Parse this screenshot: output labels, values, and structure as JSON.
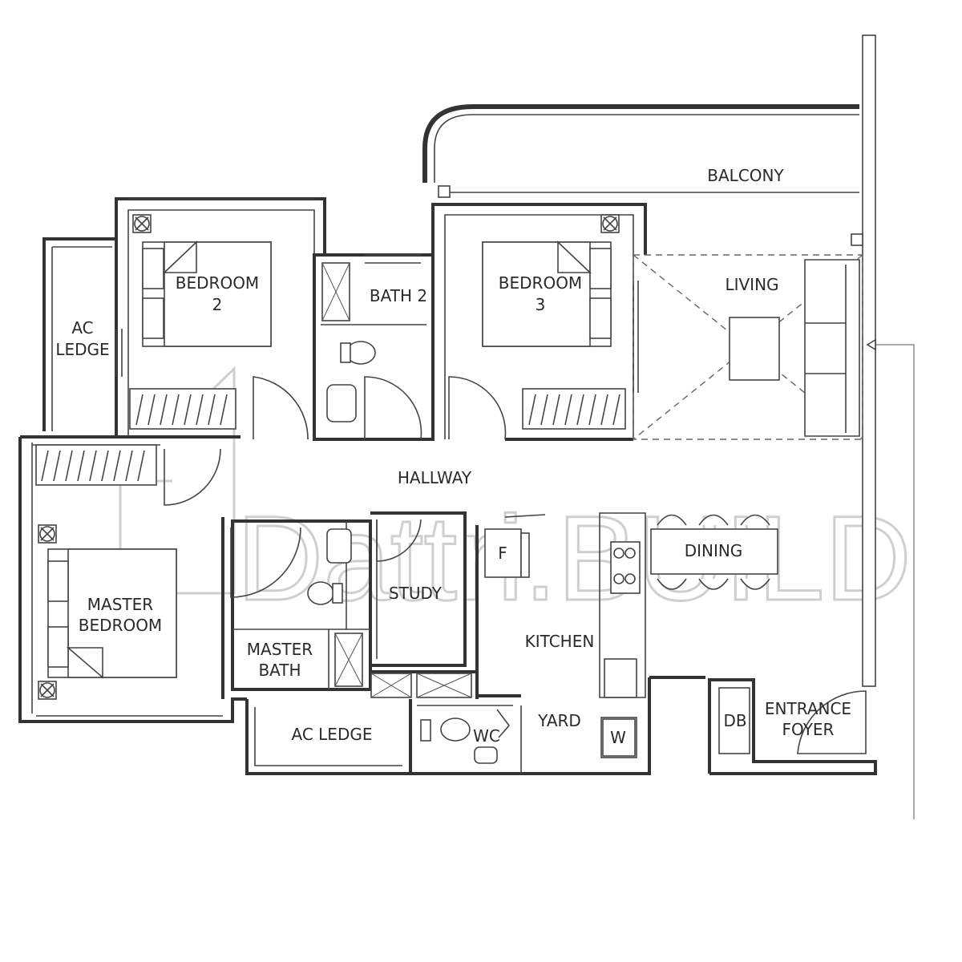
{
  "rooms": {
    "balcony": "BALCONY",
    "living": "LIVING",
    "bedroom2_line1": "BEDROOM",
    "bedroom2_line2": "2",
    "bath2": "BATH 2",
    "bedroom3_line1": "BEDROOM",
    "bedroom3_line2": "3",
    "ac_ledge_left_line1": "AC",
    "ac_ledge_left_line2": "LEDGE",
    "hallway": "HALLWAY",
    "master_bedroom_line1": "MASTER",
    "master_bedroom_line2": "BEDROOM",
    "master_bath_line1": "MASTER",
    "master_bath_line2": "BATH",
    "study": "STUDY",
    "kitchen": "KITCHEN",
    "dining": "DINING",
    "fridge": "F",
    "ac_ledge_bottom": "AC LEDGE",
    "wc": "WC",
    "yard": "YARD",
    "washer": "W",
    "db": "DB",
    "entrance_line1": "ENTRANCE",
    "entrance_line2": "FOYER"
  },
  "watermark": {
    "text": "Dattri.BUILD"
  },
  "colors": {
    "wall": "#333333",
    "watermark": "#cfcfcf",
    "background": "#ffffff"
  }
}
